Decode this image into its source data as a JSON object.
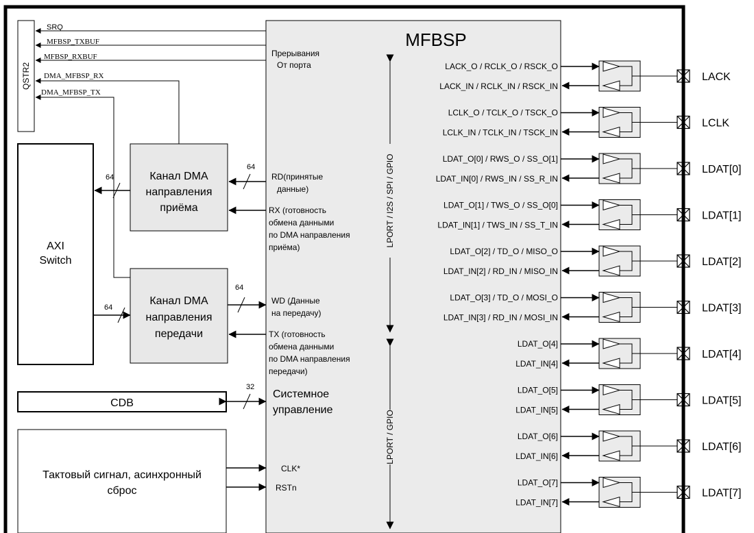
{
  "mfbsp": {
    "title": "MFBSP",
    "irq": [
      "Прерывания",
      "От порта"
    ],
    "bus_upper": "LPORT / I2S / SPI / GPIO",
    "bus_lower": "LPORT / GPIO",
    "rd": [
      "RD(принятые",
      "данные)"
    ],
    "rx": [
      "RX (готовность",
      "обмена данными",
      "по DMA направления",
      "приёма)"
    ],
    "wd": [
      "WD (Данные",
      "на передачу)"
    ],
    "tx": [
      "TX (готовность",
      "обмена данными",
      "по DMA направления",
      "передачи)"
    ],
    "sys": [
      "Системное",
      "управление"
    ],
    "clk": "CLK*",
    "rst": "RSTn"
  },
  "qstr": {
    "label": "QSTR2",
    "signals": [
      "SRQ",
      "MFBSP_TXBUF",
      "MFBSP_RXBUF",
      "DMA_MFBSP_RX",
      "DMA_MFBSP_TX"
    ]
  },
  "axi": {
    "lines": [
      "AXI",
      "Switch"
    ]
  },
  "dma_rx": {
    "lines": [
      "Канал DMA",
      "направления",
      "приёма"
    ]
  },
  "dma_tx": {
    "lines": [
      "Канал DMA",
      "направления",
      "передачи"
    ]
  },
  "cdb": {
    "label": "CDB"
  },
  "clock_block": {
    "lines": [
      "Тактовый сигнал, асинхронный",
      "сброс"
    ]
  },
  "bus_widths": {
    "axi_rx": "64",
    "rd": "64",
    "wd": "64",
    "axi_tx": "64",
    "cdb": "32"
  },
  "pins": [
    {
      "out": "LACK_O / RCLK_O / RSCK_O",
      "in": "LACK_IN / RCLK_IN / RSCK_IN",
      "pad": "LACK"
    },
    {
      "out": "LCLK_O / TCLK_O / TSCK_O",
      "in": "LCLK_IN / TCLK_IN / TSCK_IN",
      "pad": "LCLK"
    },
    {
      "out": "LDAT_O[0] / RWS_O / SS_O[1]",
      "in": "LDAT_IN[0] / RWS_IN / SS_R_IN",
      "pad": "LDAT[0]"
    },
    {
      "out": "LDAT_O[1] / TWS_O / SS_O[0]",
      "in": "LDAT_IN[1] / TWS_IN / SS_T_IN",
      "pad": "LDAT[1]"
    },
    {
      "out": "LDAT_O[2] / TD_O / MISO_O",
      "in": "LDAT_IN[2] / RD_IN / MISO_IN",
      "pad": "LDAT[2]"
    },
    {
      "out": "LDAT_O[3] / TD_O / MOSI_O",
      "in": "LDAT_IN[3] / RD_IN / MOSI_IN",
      "pad": "LDAT[3]"
    },
    {
      "out": "LDAT_O[4]",
      "in": "LDAT_IN[4]",
      "pad": "LDAT[4]"
    },
    {
      "out": "LDAT_O[5]",
      "in": "LDAT_IN[5]",
      "pad": "LDAT[5]"
    },
    {
      "out": "LDAT_O[6]",
      "in": "LDAT_IN[6]",
      "pad": "LDAT[6]"
    },
    {
      "out": "LDAT_O[7]",
      "in": "LDAT_IN[7]",
      "pad": "LDAT[7]"
    }
  ]
}
